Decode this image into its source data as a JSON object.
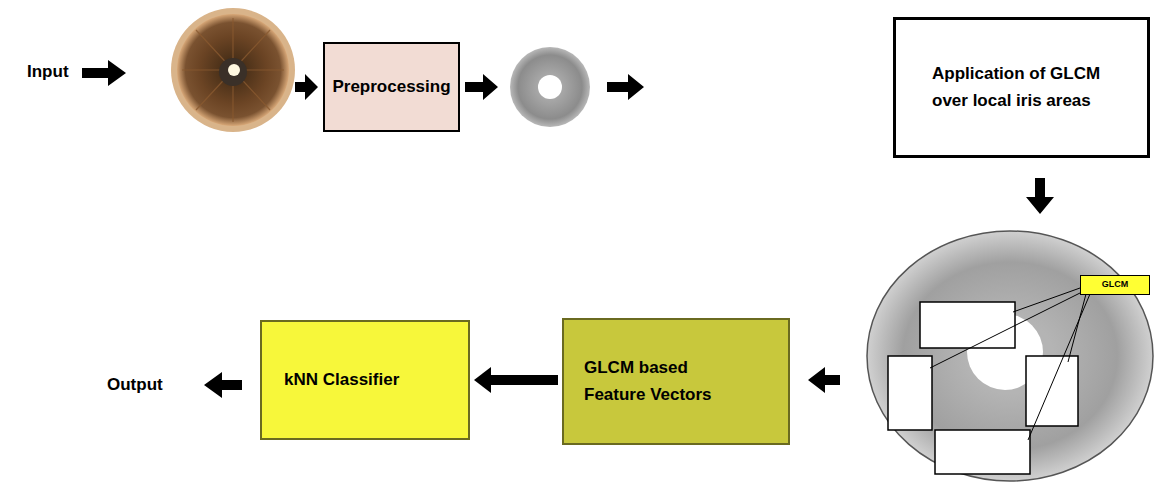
{
  "diagram": {
    "nodes": [
      {
        "text": [
          "Preprocessing"
        ]
      },
      {
        "text": [
          "Application of GLCM over local iris areas"
        ]
      },
      {
        "text": [
          "GLCM"
        ]
      },
      {
        "text": [
          "GLCM based Feature Vectors"
        ]
      },
      {
        "text": [
          "kNN Classifier"
        ]
      }
    ],
    "edges": [
      {
        "from": 3,
        "to": 4,
        "arrow": "to"
      }
    ],
    "labels": [
      "Input",
      "Output"
    ]
  }
}
